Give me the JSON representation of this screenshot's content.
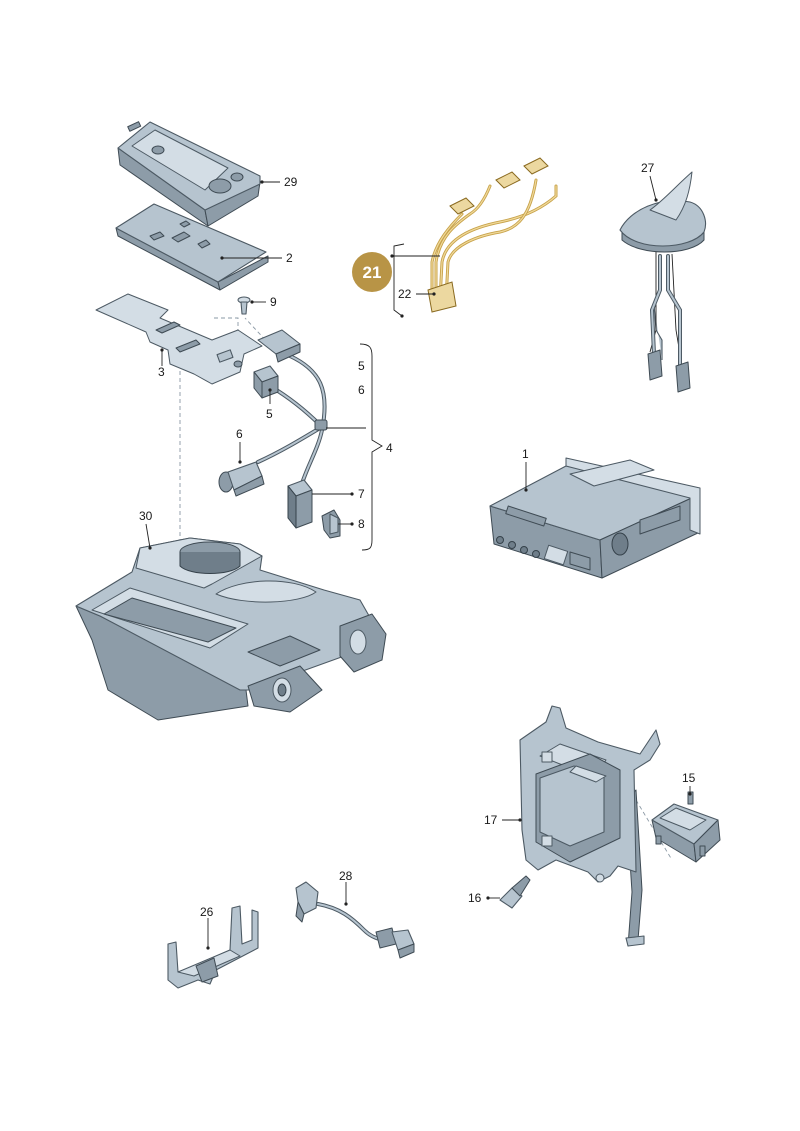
{
  "badge": {
    "label": "21",
    "color": "#b89446"
  },
  "labels": {
    "p1": "1",
    "p2": "2",
    "p3": "3",
    "p4": "4",
    "p5a": "5",
    "p5b": "5",
    "p6a": "6",
    "p6b": "6",
    "p7": "7",
    "p8": "8",
    "p9": "9",
    "p15": "15",
    "p16": "16",
    "p17": "17",
    "p22": "22",
    "p26": "26",
    "p27": "27",
    "p28": "28",
    "p29": "29",
    "p30": "30"
  },
  "colors": {
    "part": "#b6c4cf",
    "outline": "#4d5a64",
    "highlight": "#c7a24a"
  }
}
